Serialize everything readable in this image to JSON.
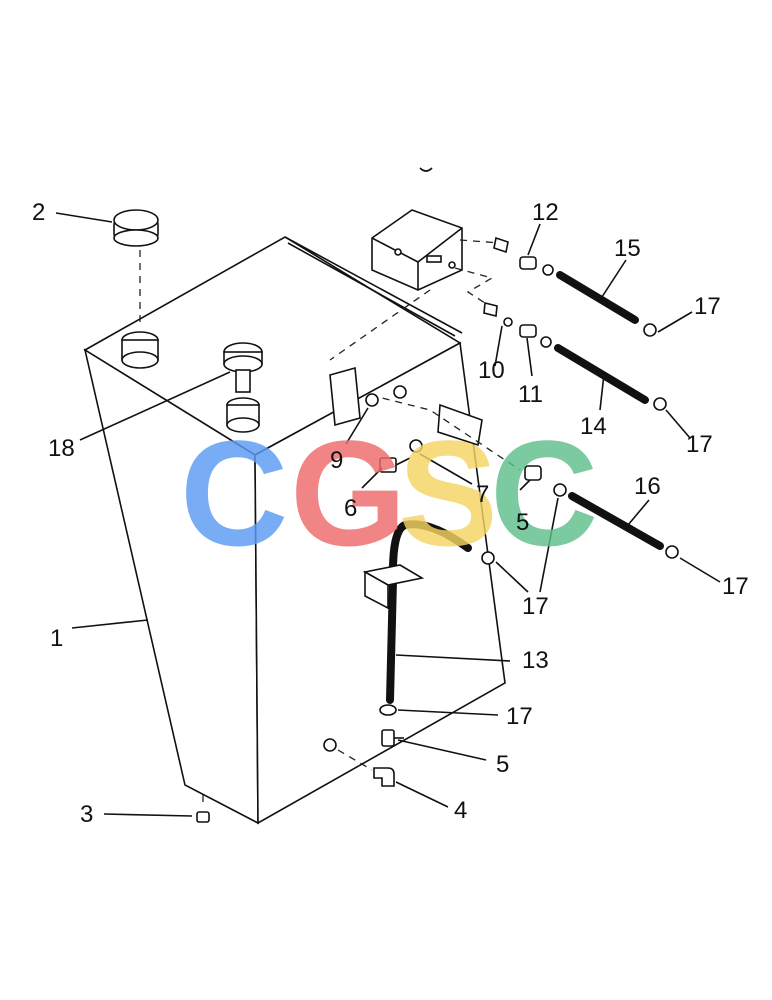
{
  "callouts": {
    "c1": "1",
    "c2": "2",
    "c3": "3",
    "c4": "4",
    "c5a": "5",
    "c5b": "5",
    "c6": "6",
    "c7": "7",
    "c9": "9",
    "c10": "10",
    "c11": "11",
    "c12": "12",
    "c13": "13",
    "c14": "14",
    "c15": "15",
    "c16": "16",
    "c17a": "17",
    "c17b": "17",
    "c17c": "17",
    "c17d": "17",
    "c17e": "17",
    "c18": "18"
  },
  "watermark": {
    "letters": [
      "C",
      "G",
      "S",
      "C"
    ],
    "colors": [
      "#5b9cf5",
      "#ef6b6b",
      "#f5d463",
      "#5fbf8c"
    ]
  }
}
